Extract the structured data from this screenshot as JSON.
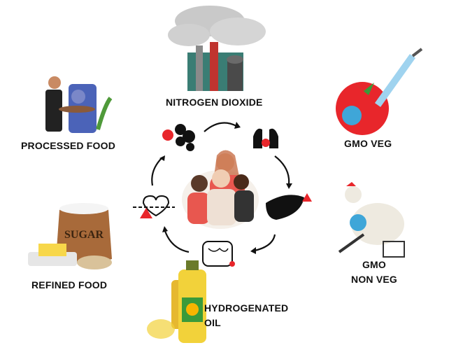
{
  "labels": {
    "nitrogen_dioxide": "NITROGEN DIOXIDE",
    "processed_food": "PROCESSED FOOD",
    "gmo_veg": "GMO VEG",
    "refined_food": "REFINED FOOD",
    "gmo_non_veg_line1": "GMO",
    "gmo_non_veg_line2": "NON VEG",
    "hydrogenated_oil_line1": "HYDROGENATED",
    "hydrogenated_oil_line2": "OIL",
    "sugar_sack": "SUGAR"
  },
  "colors": {
    "accent_red": "#e8262b",
    "dark": "#111111"
  }
}
